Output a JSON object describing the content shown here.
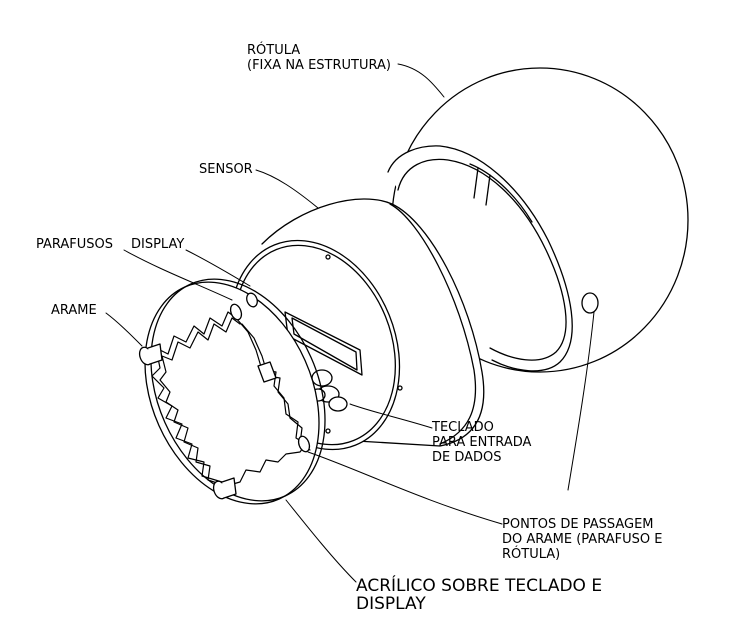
{
  "labels": {
    "rotula": [
      "RÓTULA",
      "(FIXA NA ESTRUTURA)"
    ],
    "sensor": "SENSOR",
    "parafusos": "PARAFUSOS",
    "display": "DISPLAY",
    "arame": "ARAME",
    "teclado": [
      "TECLADO",
      "PARA ENTRADA",
      "DE DADOS"
    ],
    "pontos": [
      "PONTOS DE PASSAGEM",
      "DO ARAME (PARAFUSO E",
      "RÓTULA)"
    ],
    "acrilico": [
      "ACRÍLICO SOBRE TECLADO E",
      "DISPLAY"
    ]
  }
}
